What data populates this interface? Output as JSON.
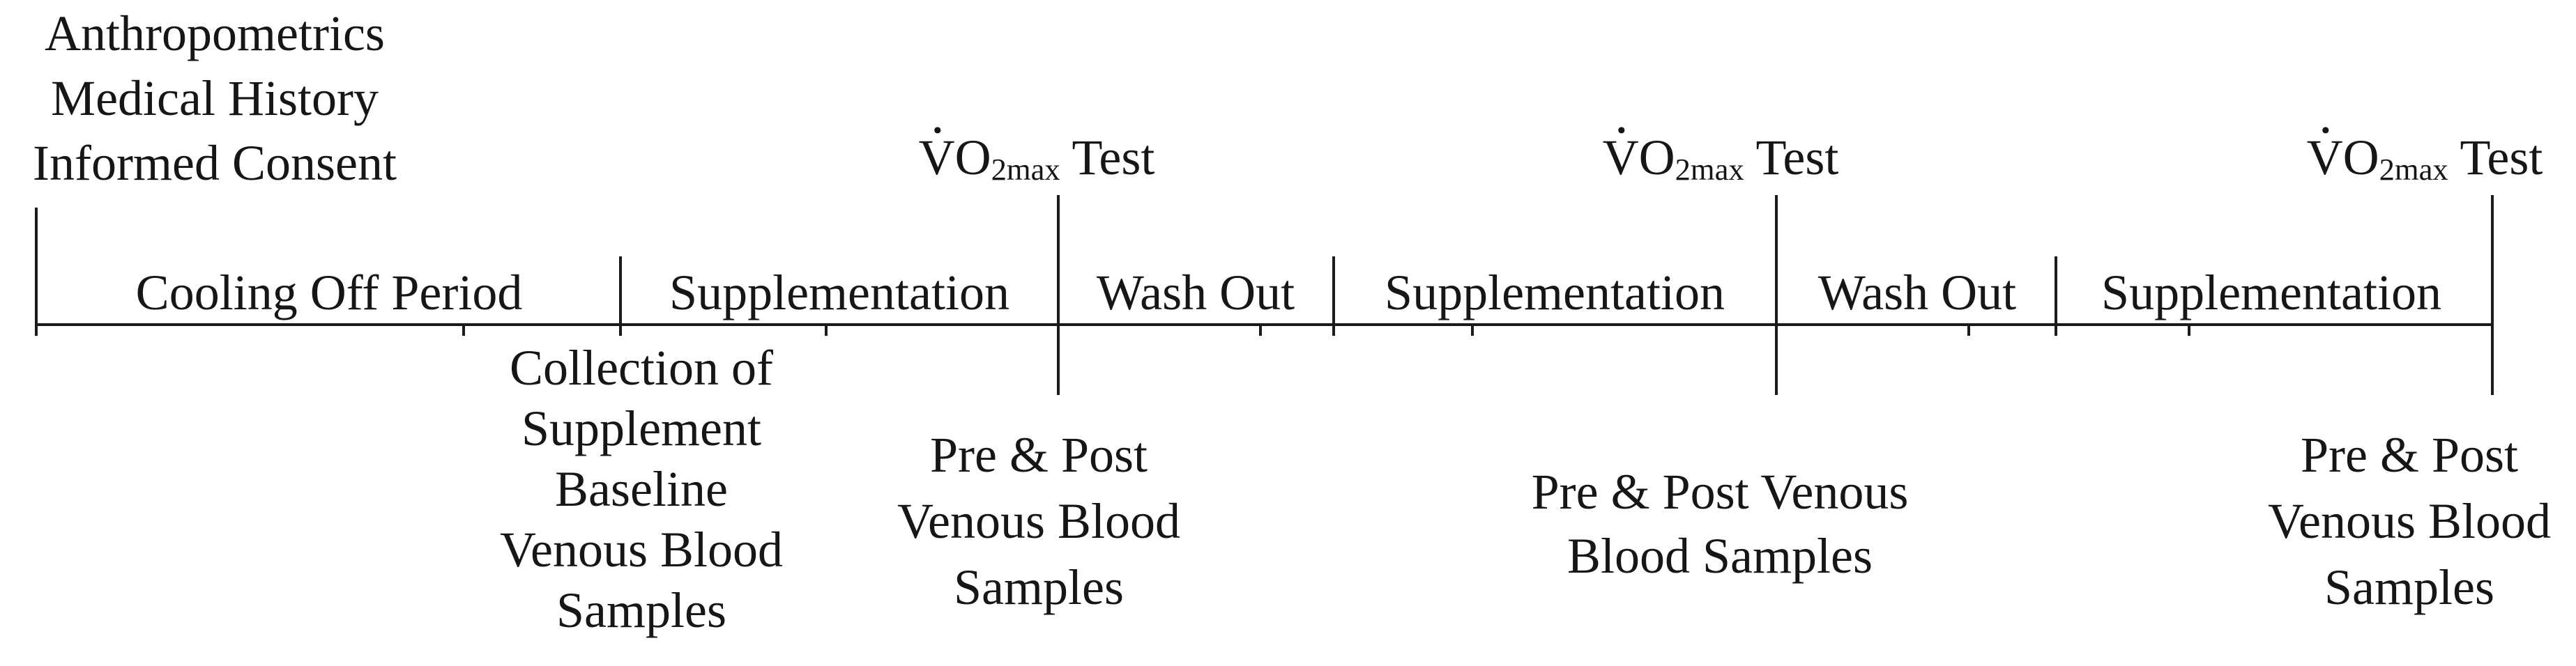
{
  "figure": {
    "type": "study-protocol-timeline",
    "ink_color": "#1b1b1b",
    "background_color": "#ffffff"
  },
  "baseline_visit": {
    "lines": [
      "Anthropometrics",
      "Medical History",
      "Informed Consent"
    ]
  },
  "vo2max_label": {
    "v": "V",
    "has_overdot": true,
    "o": "O",
    "sub": "2max",
    "rest": " Test"
  },
  "phases": [
    {
      "label": "Cooling Off Period"
    },
    {
      "label": "Supplementation"
    },
    {
      "label": "Wash Out"
    },
    {
      "label": "Supplementation"
    },
    {
      "label": "Wash Out"
    },
    {
      "label": "Supplementation"
    }
  ],
  "below_events": [
    {
      "lines": [
        "Collection of",
        "Supplement",
        "Baseline",
        "Venous Blood",
        "Samples"
      ]
    },
    {
      "lines": [
        "Pre & Post",
        "Venous Blood",
        "Samples"
      ]
    },
    {
      "lines": [
        "Pre & Post Venous",
        "Blood Samples"
      ]
    },
    {
      "lines": [
        "Pre & Post",
        "Venous Blood",
        "Samples"
      ]
    }
  ]
}
